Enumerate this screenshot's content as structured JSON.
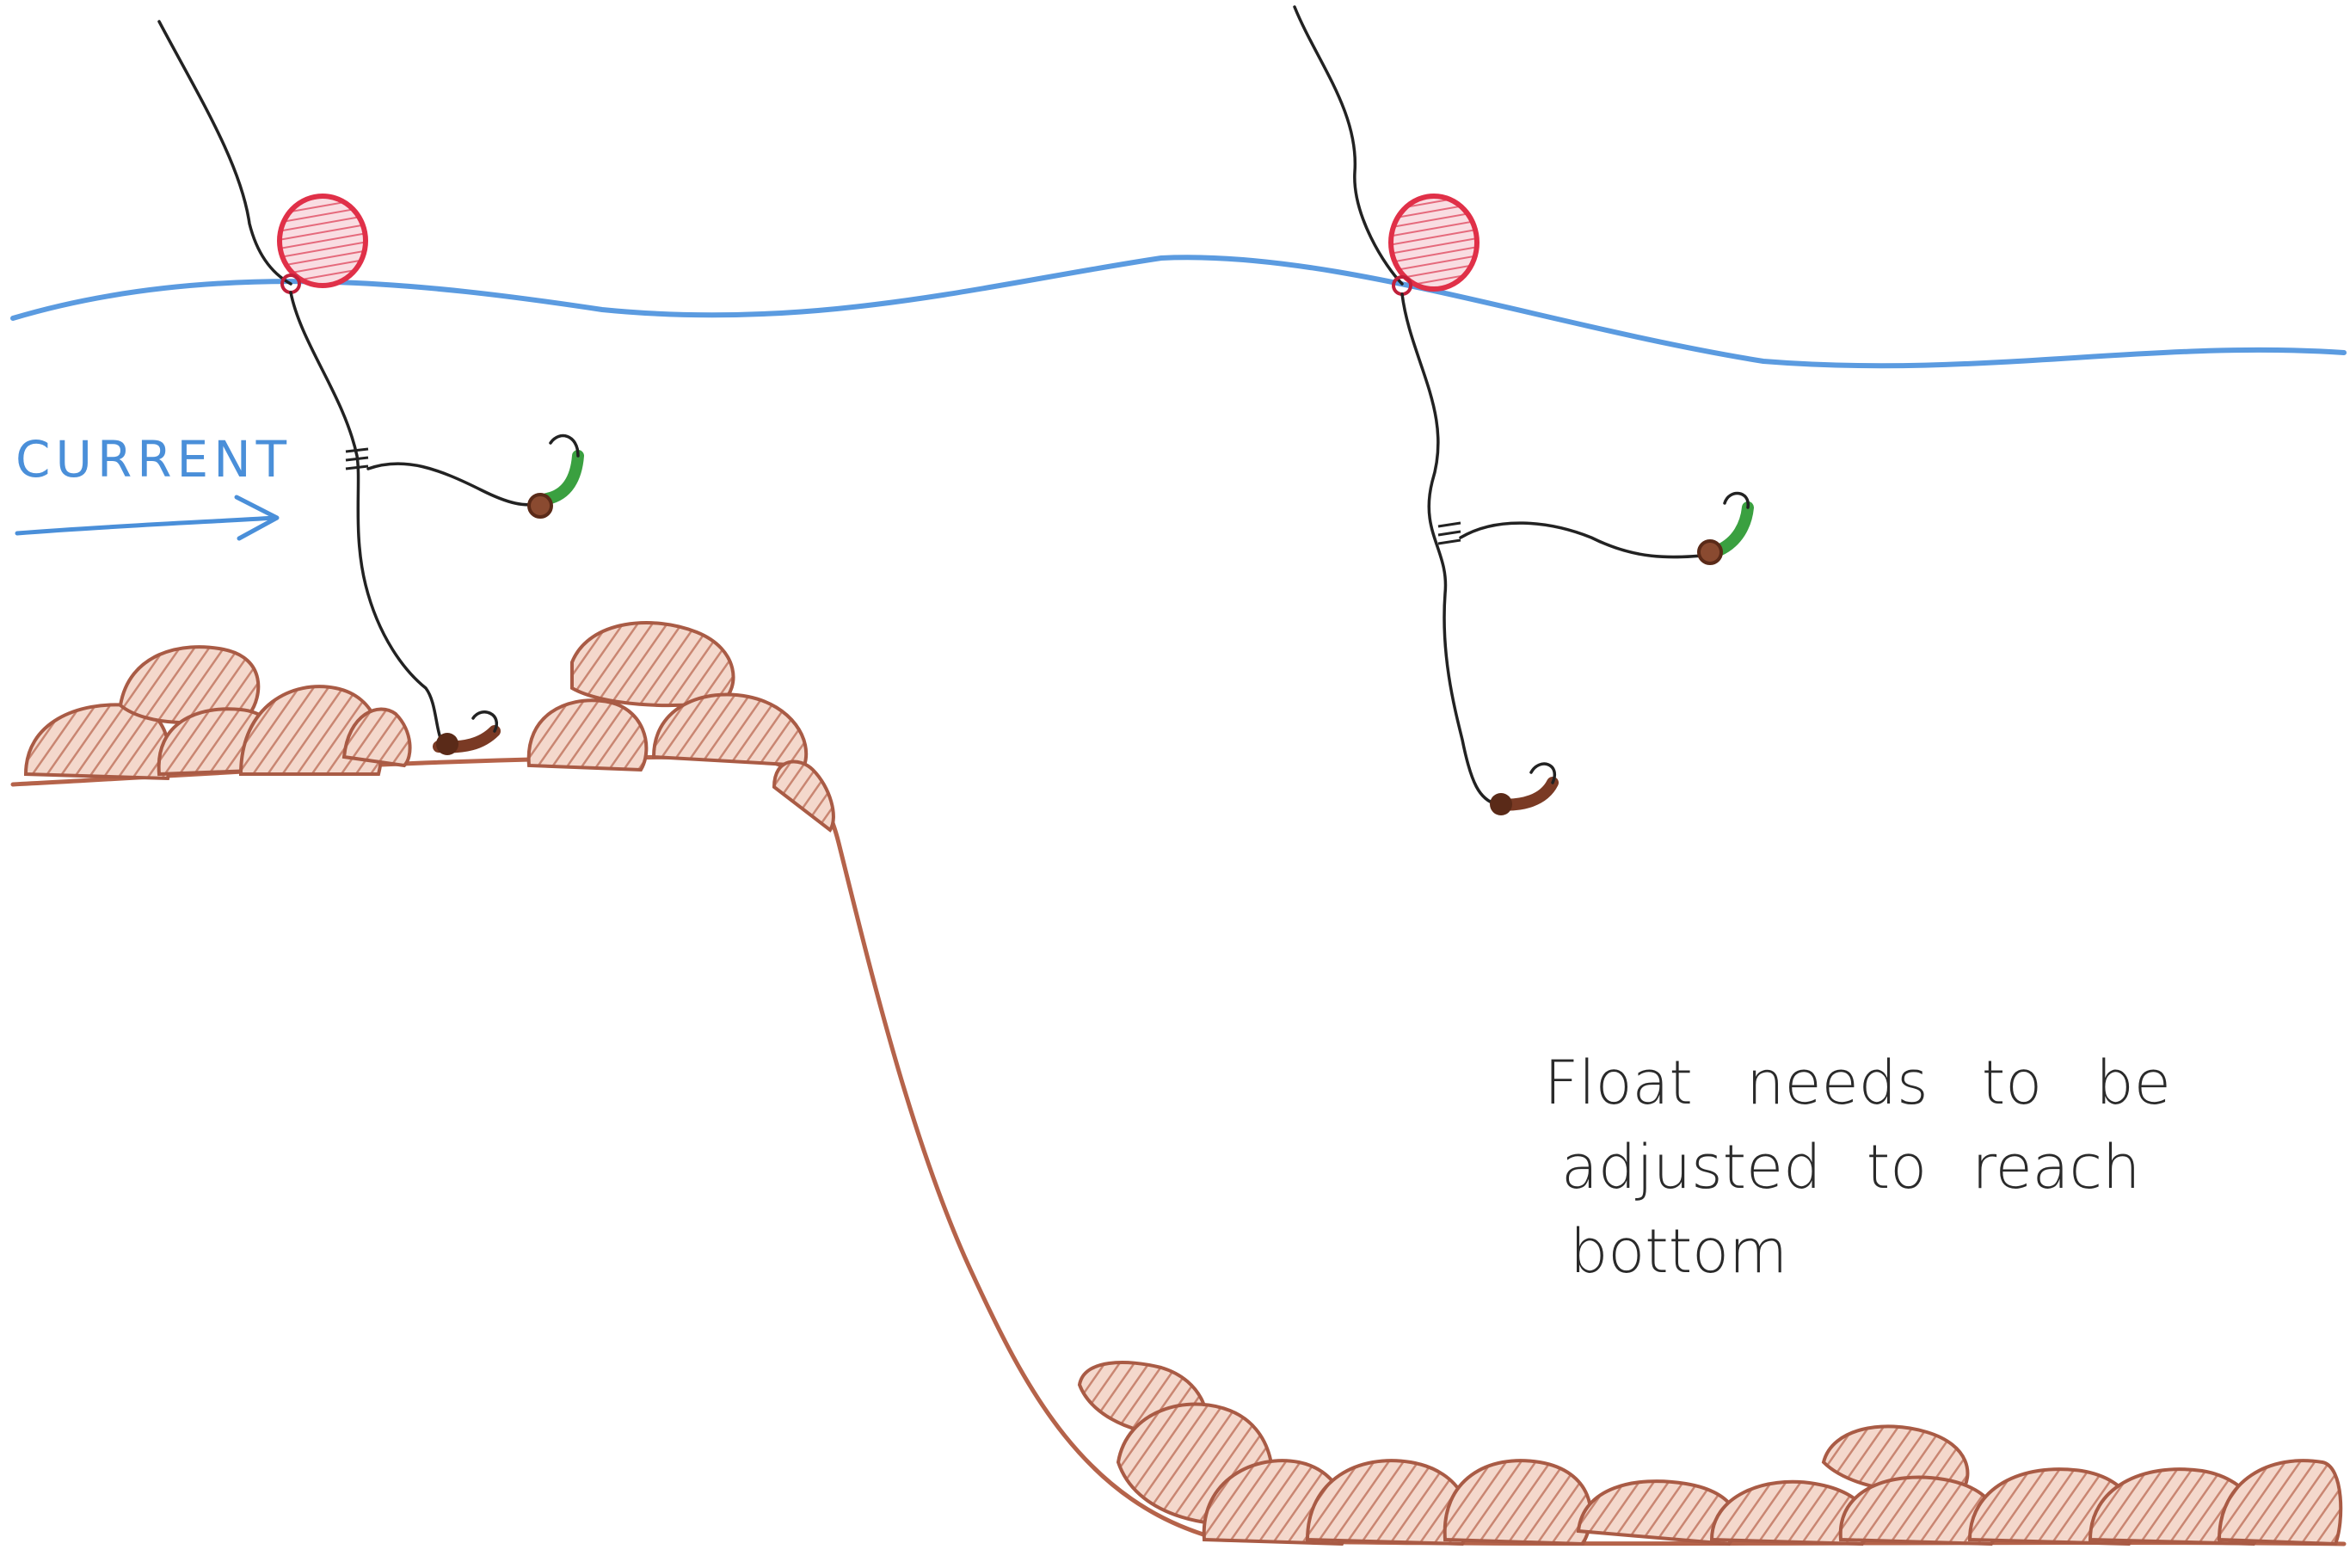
{
  "labels": {
    "current": "CURRENT",
    "note_line1": "Float needs to be",
    "note_line2": "adjusted to reach",
    "note_line3": "bottom"
  },
  "colors": {
    "water": "#4a8fd9",
    "float": "#e03048",
    "line": "#222222",
    "bottom": "#b5634a",
    "rock_fill": "#e9c2b2",
    "bait": "#3aa040",
    "sinker": "#7a3a24"
  },
  "icons": {
    "float": "float-icon",
    "hook": "hook-icon",
    "rock": "rock-icon",
    "arrow": "arrow-right-icon"
  }
}
